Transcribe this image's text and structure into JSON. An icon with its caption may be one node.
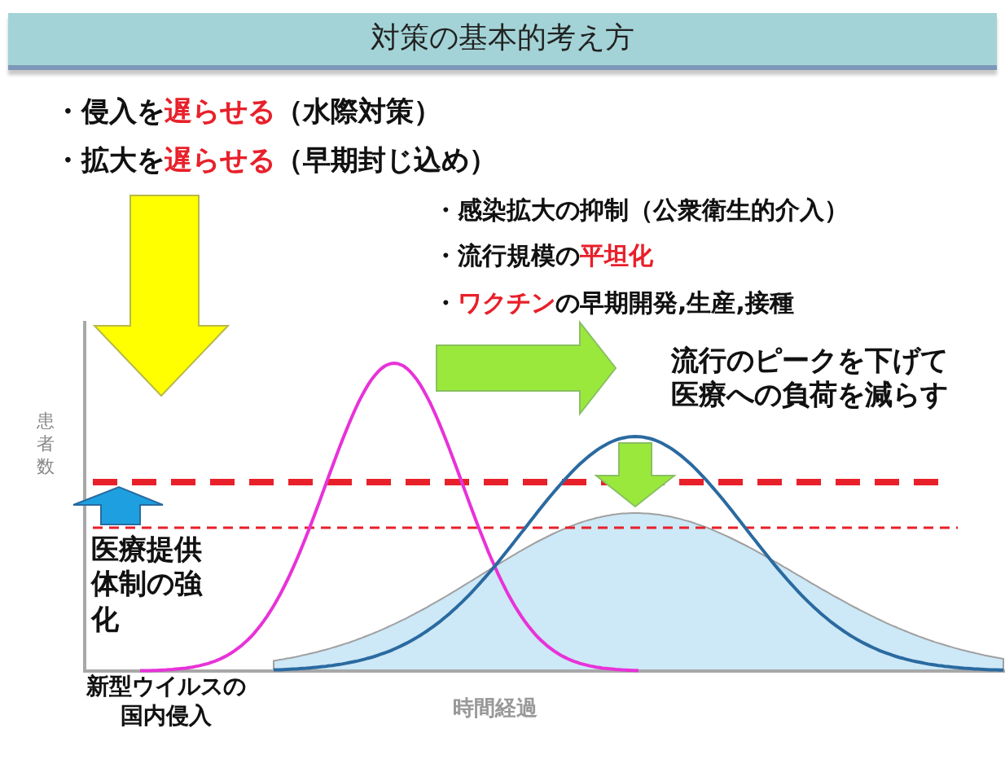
{
  "diagram": {
    "title": "対策の基本的考え方",
    "labels": [
      "・侵入を**遅らせる**（水際対策）",
      "・拡大を**遅らせる**（早期封じ込め）",
      "・感染拡大の抑制（公衆衛生的介入）",
      "・流行規模の**平坦化**",
      "・**ワクチン**の早期開発,生産,接種",
      "流行のピークを下げて医療への負荷を減らす",
      "患者数",
      "医療提供体制の強化",
      "新型ウイルスの国内侵入",
      "時間経過"
    ]
  }
}
